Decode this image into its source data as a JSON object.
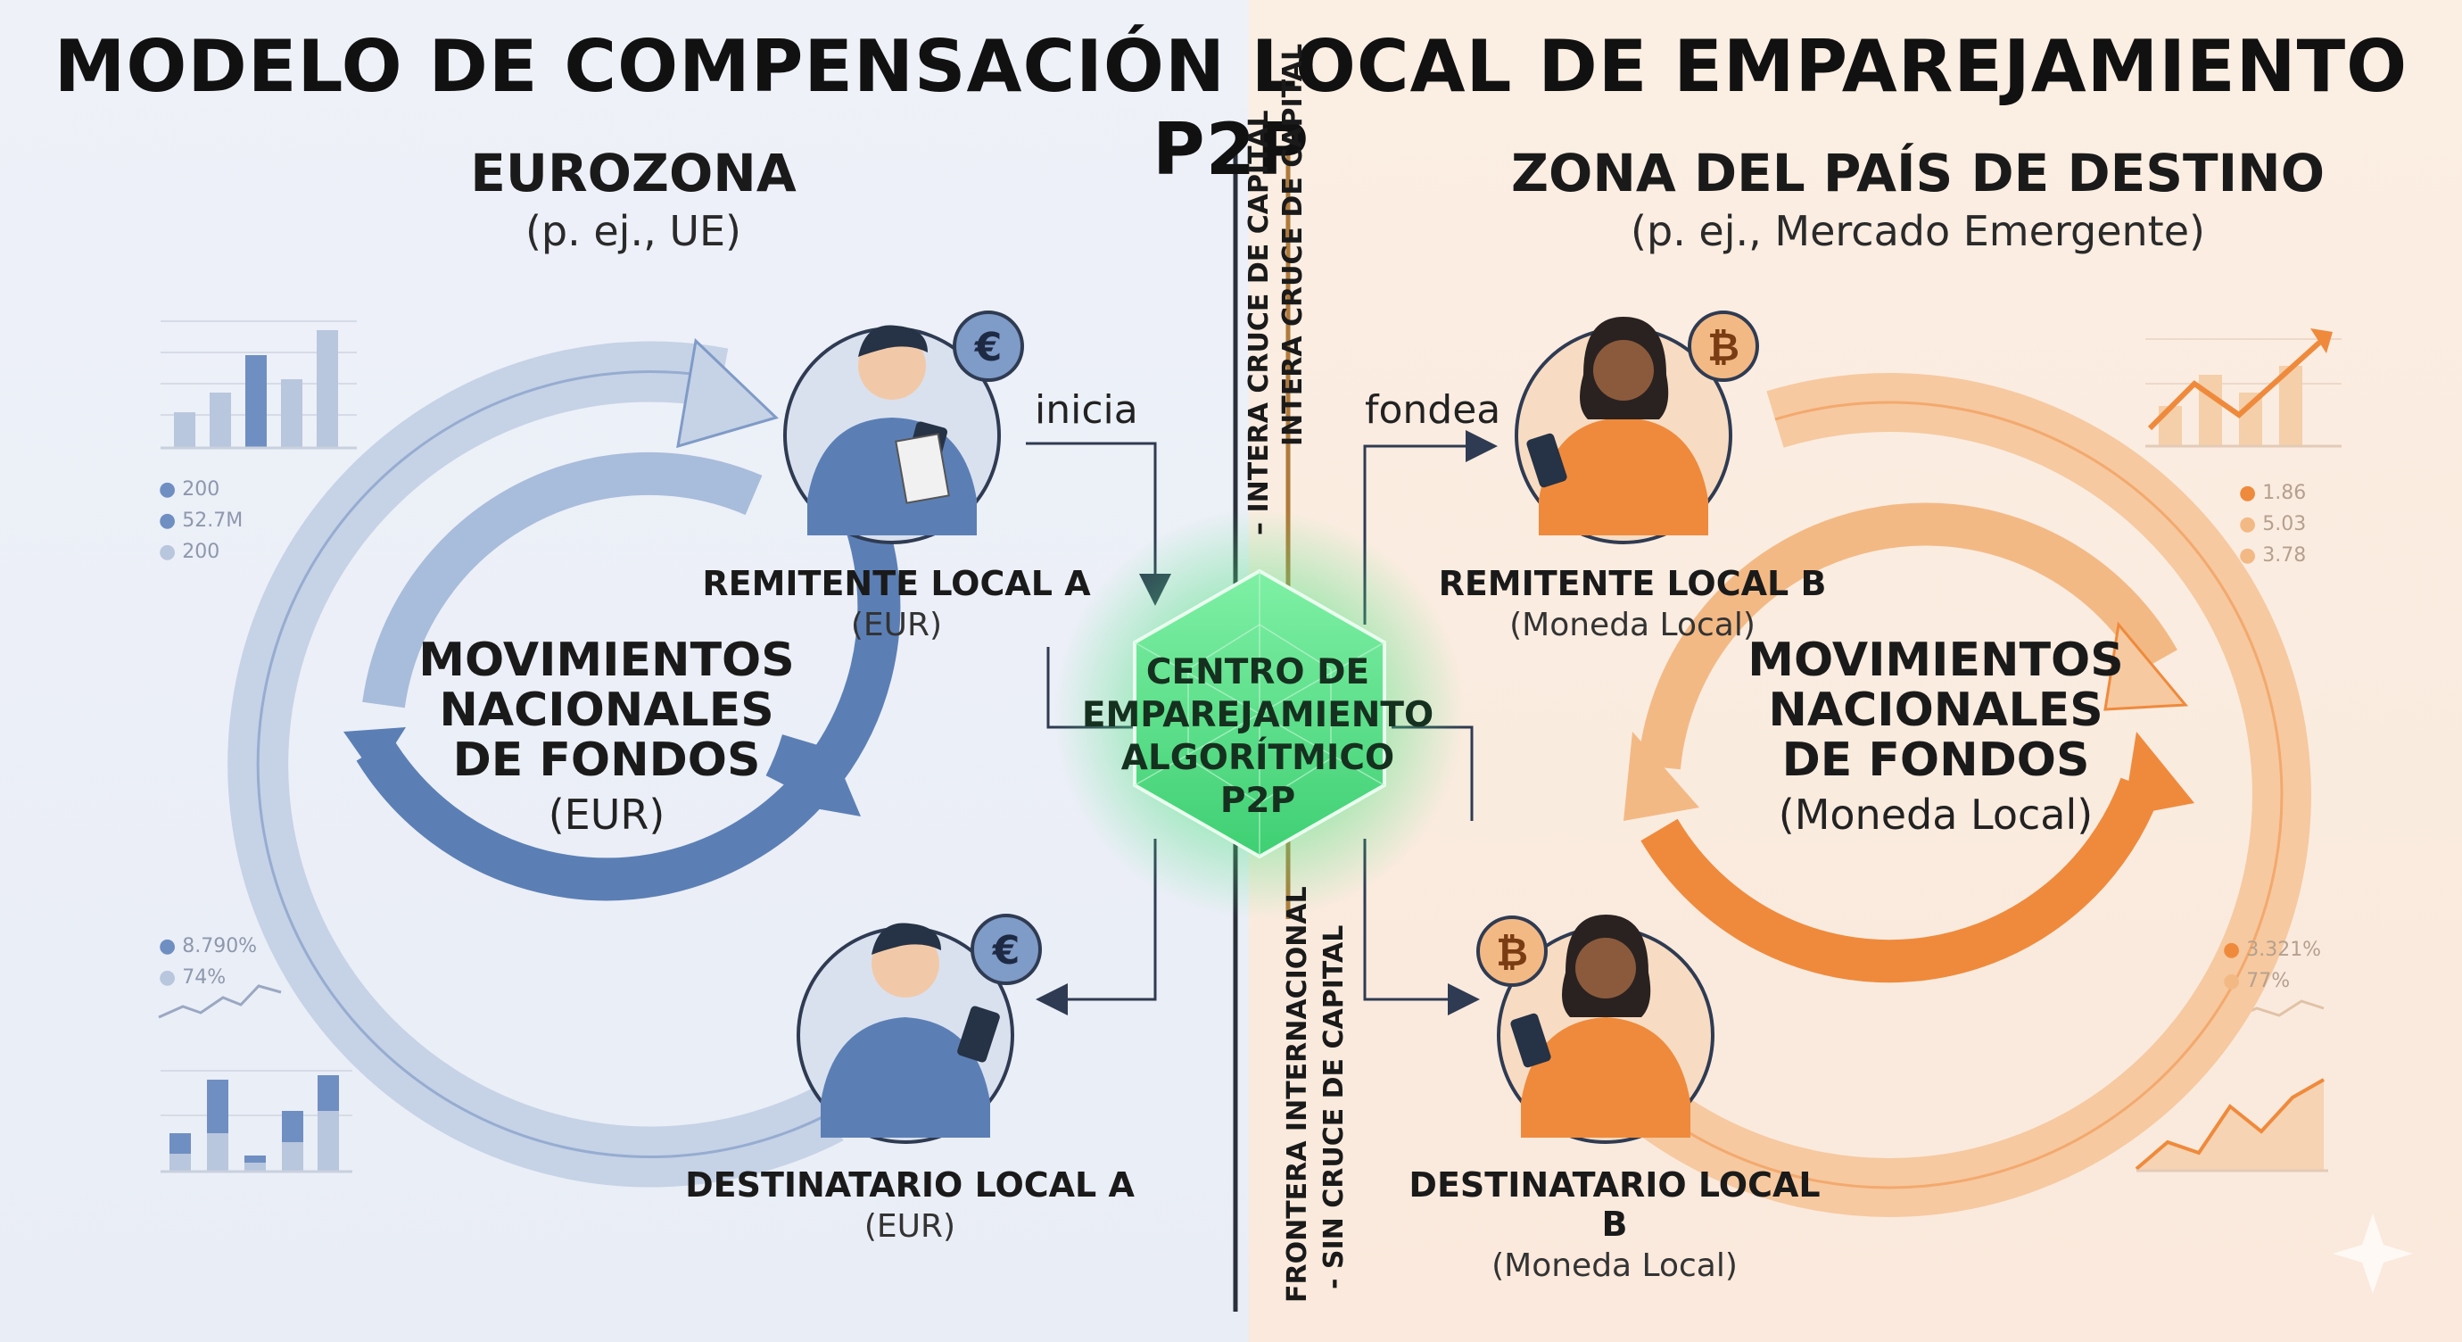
{
  "title": "MODELO DE COMPENSACIÓN LOCAL DE EMPAREJAMIENTO P2P",
  "left_zone": {
    "title": "EUROZONA",
    "subtitle": "(p. ej., UE)"
  },
  "right_zone": {
    "title": "ZONA DEL PAÍS DE DESTINO",
    "subtitle": "(p. ej., Mercado Emergente)"
  },
  "left_cycle": {
    "line1": "MOVIMIENTOS",
    "line2": "NACIONALES",
    "line3": "DE FONDOS",
    "currency": "(EUR)"
  },
  "right_cycle": {
    "line1": "MOVIMIENTOS",
    "line2": "NACIONALES",
    "line3": "DE FONDOS",
    "currency": "(Moneda Local)"
  },
  "sender_a": {
    "name": "REMITENTE LOCAL A",
    "currency": "(EUR)"
  },
  "receiver_a": {
    "name": "DESTINATARIO LOCAL A",
    "currency": "(EUR)"
  },
  "sender_b": {
    "name": "REMITENTE LOCAL B",
    "currency": "(Moneda Local)"
  },
  "receiver_b": {
    "name": "DESTINATARIO LOCAL B",
    "currency": "(Moneda Local)"
  },
  "flow": {
    "initiates": "inicia",
    "funds": "fondea"
  },
  "hub": {
    "line1": "CENTRO DE",
    "line2": "EMPAREJAMIENTO",
    "line3": "ALGORÍTMICO",
    "line4": "P2P"
  },
  "border": {
    "top_right": "INTERA CRUCE DE CAPITAL",
    "top_left": "– INTERA CRUCE DE CAPITAL",
    "bottom_left": "FRONTERA INTERNACIONAL",
    "bottom_right": "- SIN CRUCE DE CAPITAL"
  },
  "icons": {
    "euro": "€",
    "bitcoin": "₿"
  },
  "stats_left_top": [
    "200",
    "52.7M",
    "200"
  ],
  "stats_left_bottom": [
    "8.790%",
    "74%"
  ],
  "stats_right_top": [
    "1.86",
    "5.03",
    "3.78"
  ],
  "stats_right_bottom": [
    "3.321%",
    "77%"
  ],
  "colors": {
    "blue": "#5b7fb5",
    "orange": "#ef8a3c",
    "hub_green": "#2fc06a",
    "left_bg": "#eef1f8",
    "right_bg": "#fbeee3"
  }
}
